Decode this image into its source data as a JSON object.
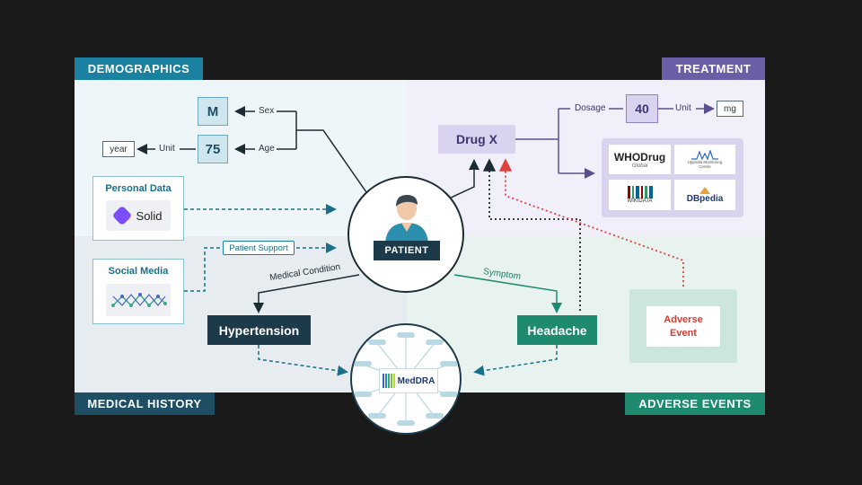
{
  "tabs": {
    "demographics": "DEMOGRAPHICS",
    "treatment": "TREATMENT",
    "medical_history": "MEDICAL HISTORY",
    "adverse_events": "ADVERSE EVENTS"
  },
  "demographics": {
    "sex_value": "M",
    "sex_label": "Sex",
    "age_value": "75",
    "age_label": "Age",
    "unit_label": "Unit",
    "unit_value": "year",
    "personal_data_title": "Personal Data",
    "solid_label": "Solid",
    "social_media_title": "Social Media",
    "patient_support": "Patient Support"
  },
  "treatment": {
    "drug": "Drug X",
    "dosage_label": "Dosage",
    "dosage_value": "40",
    "unit_label": "Unit",
    "unit_value": "mg",
    "logos": {
      "whodrug": "WHODrug",
      "whodrug_sub": "Global",
      "umc": "Uppsala Monitoring Centre",
      "wikidata": "WIKIDATA",
      "dbpedia": "DBpedia"
    }
  },
  "center": {
    "patient": "PATIENT",
    "medical_condition": "Medical Condition",
    "symptom": "Symptom",
    "meddra": "MedDRA"
  },
  "medical_history": {
    "condition": "Hypertension"
  },
  "adverse_events": {
    "symptom_box": "Headache",
    "adverse_event": "Adverse Event"
  },
  "colors": {
    "demographics": "#1a82a0",
    "treatment": "#6a5fa6",
    "medical_history": "#1d4e63",
    "adverse_events": "#1e8a70",
    "adverse_arrow": "#e0413a"
  },
  "icons": [
    "patient-avatar-icon",
    "solid-logo-icon",
    "social-network-icon",
    "meddra-logo-icon"
  ]
}
